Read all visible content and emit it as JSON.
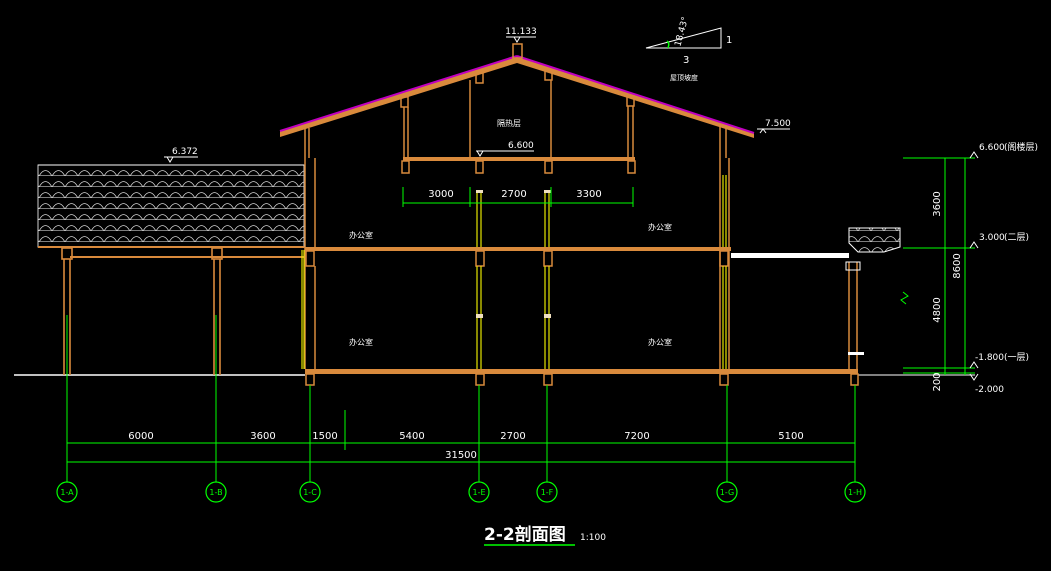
{
  "title": {
    "main": "2-2剖面图",
    "scale": "1:100"
  },
  "roof_slope": {
    "angle": "18.43°",
    "rise": "1",
    "run": "3",
    "label": "屋顶坡度"
  },
  "elevations": {
    "ridge": "11.133",
    "eave": "7.500",
    "porch_roof": "6.372",
    "attic_floor": "6.600"
  },
  "level_marks": [
    {
      "value": "6.600",
      "note": "(阁楼层)"
    },
    {
      "value": "3.000",
      "note": "(二层)"
    },
    {
      "value": "-1.800",
      "note": "(一层)"
    },
    {
      "value": "-2.000",
      "note": ""
    }
  ],
  "vertical_dims": [
    "3600",
    "4800",
    "8600",
    "200"
  ],
  "room_labels": {
    "attic": "隔热层",
    "office_2f_left": "办公室",
    "office_2f_right": "办公室",
    "office_1f_left": "办公室",
    "office_1f_right": "办公室"
  },
  "upper_dims": [
    "3000",
    "2700",
    "3300"
  ],
  "lower_dims": [
    "6000",
    "3600",
    "1500",
    "5400",
    "2700",
    "7200",
    "5100"
  ],
  "total_dim": "31500",
  "axes": [
    "1-A",
    "1-B",
    "1-C",
    "1-E",
    "1-F",
    "1-G",
    "1-H"
  ],
  "colors": {
    "background": "#000000",
    "dimension": "#00ff00",
    "structure": "#d98a3c",
    "roof": "#c000c0",
    "white_line": "#ffffff",
    "yellow": "#e6e600"
  }
}
